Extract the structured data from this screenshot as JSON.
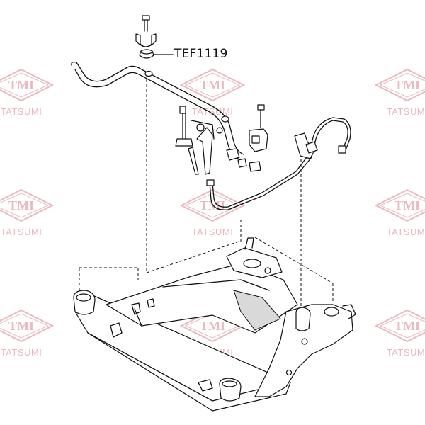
{
  "part_label": "TEF1119",
  "watermark": {
    "logo_text": "TMI",
    "brand_text": "TATSUMI",
    "color": "#e9b9bf"
  },
  "diagram": {
    "line_color": "#111111",
    "background": "#ffffff"
  }
}
